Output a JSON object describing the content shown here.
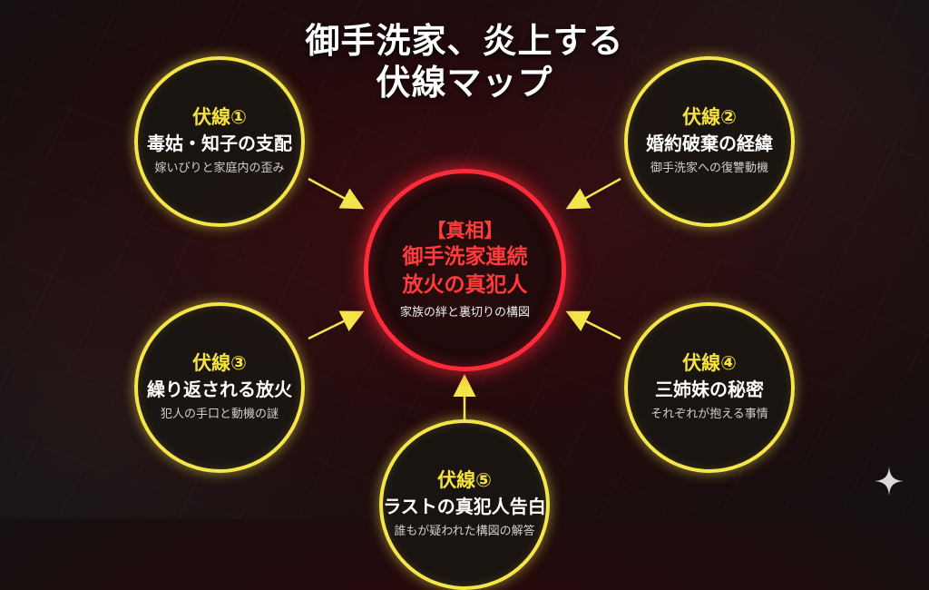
{
  "title_line1": "御手洗家、炎上する",
  "title_line2": "伏線マップ",
  "center": {
    "tag": "【真相】",
    "name_line1": "御手洗家連続",
    "name_line2": "放火の真犯人",
    "subtitle": "家族の絆と裏切りの構図"
  },
  "hints": [
    {
      "label": "伏線①",
      "name": "毒姑・知子の支配",
      "subtitle": "嫁いびりと家庭内の歪み"
    },
    {
      "label": "伏線②",
      "name": "婚約破棄の経緯",
      "subtitle": "御手洗家への復讐動機"
    },
    {
      "label": "伏線③",
      "name": "繰り返される放火",
      "subtitle": "犯人の手口と動機の謎"
    },
    {
      "label": "伏線④",
      "name": "三姉妹の秘密",
      "subtitle": "それぞれが抱える事情"
    },
    {
      "label": "伏線⑤",
      "name": "ラストの真犯人告白",
      "subtitle": "誰もが疑われた構図の解答"
    }
  ],
  "colors": {
    "hint_border": "#f4e64a",
    "center_border": "#ff2a3a",
    "arrow": "#f4e64a"
  },
  "icons": {
    "corner": "sparkle-icon"
  }
}
